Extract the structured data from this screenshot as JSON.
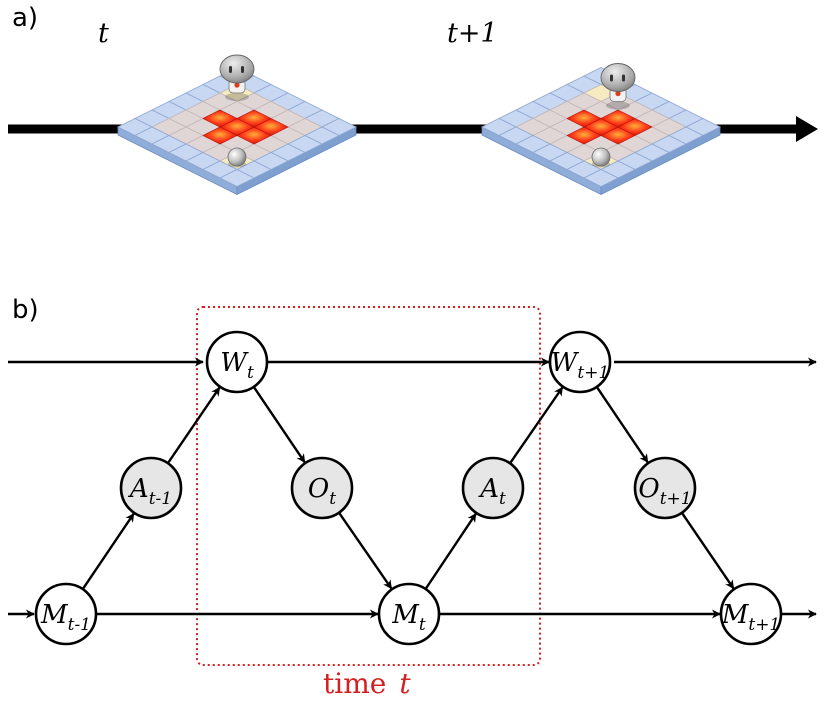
{
  "panel_a": {
    "label": "a)",
    "frames": [
      {
        "label": "t"
      },
      {
        "label": "t+1"
      }
    ]
  },
  "panel_b": {
    "label": "b)",
    "nodes": [
      {
        "id": "W_t",
        "main": "W",
        "sub": "t",
        "observed": false
      },
      {
        "id": "W_t+1",
        "main": "W",
        "sub": "t+1",
        "observed": false
      },
      {
        "id": "A_t-1",
        "main": "A",
        "sub": "t-1",
        "observed": true
      },
      {
        "id": "O_t",
        "main": "O",
        "sub": "t",
        "observed": true
      },
      {
        "id": "A_t",
        "main": "A",
        "sub": "t",
        "observed": true
      },
      {
        "id": "O_t+1",
        "main": "O",
        "sub": "t+1",
        "observed": true
      },
      {
        "id": "M_t-1",
        "main": "M",
        "sub": "t-1",
        "observed": false
      },
      {
        "id": "M_t",
        "main": "M",
        "sub": "t",
        "observed": false
      },
      {
        "id": "M_t+1",
        "main": "M",
        "sub": "t+1",
        "observed": false
      }
    ],
    "edges": [
      {
        "from": "M_t-1",
        "to": "A_t-1"
      },
      {
        "from": "A_t-1",
        "to": "W_t"
      },
      {
        "from": "W_t",
        "to": "O_t"
      },
      {
        "from": "O_t",
        "to": "M_t"
      },
      {
        "from": "M_t",
        "to": "A_t"
      },
      {
        "from": "A_t",
        "to": "W_t+1"
      },
      {
        "from": "W_t+1",
        "to": "O_t+1"
      },
      {
        "from": "O_t+1",
        "to": "M_t+1"
      },
      {
        "from": "M_t-1",
        "to": "M_t"
      },
      {
        "from": "M_t",
        "to": "M_t+1"
      },
      {
        "from": "W_t",
        "to": "W_t+1"
      }
    ],
    "time_box_label": {
      "word": "time",
      "var": "t"
    }
  },
  "colors": {
    "time_box": "#d42020",
    "observed_node_fill": "#e6e6e6",
    "tile_fill": "#c8d7f0",
    "hot_tile": "#e8331a"
  }
}
